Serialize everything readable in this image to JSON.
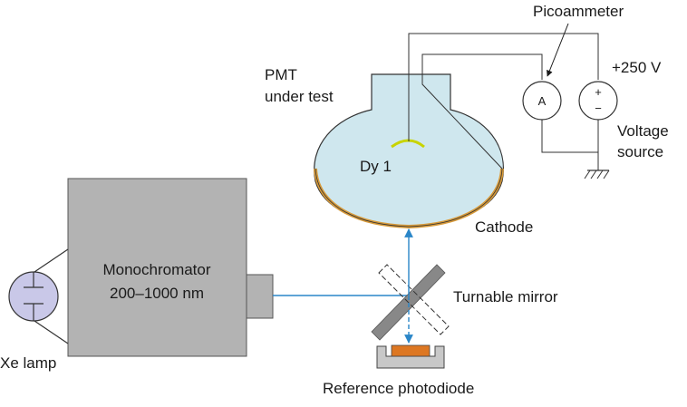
{
  "labels": {
    "picoammeter": "Picoammeter",
    "plus_voltage": "+250 V",
    "pmt_line1": "PMT",
    "pmt_line2": "under test",
    "voltage_line1": "Voltage",
    "voltage_line2": "source",
    "dynode": "Dy 1",
    "cathode": "Cathode",
    "mono_line1": "Monochromator",
    "mono_line2": "200–1000 nm",
    "turnable_mirror": "Turnable mirror",
    "xe_lamp": "Xe lamp",
    "reference_photodiode": "Reference photodiode"
  },
  "symbols": {
    "ammeter": "A",
    "plus": "+",
    "minus": "−"
  },
  "colors": {
    "pmt_glass": "#cfe7ee",
    "cathode": "#d79a3a",
    "dynode": "#c8d400",
    "monochromator": "#b3b3b3",
    "lamp": "#c9c8e8",
    "beam": "#2a86c8",
    "mirror": "#888888",
    "photodiode_housing": "#c8c8c8",
    "photodiode_sensor": "#dd7722"
  },
  "icons": [
    "arrow-icon",
    "ground-icon",
    "lamp-icon"
  ]
}
